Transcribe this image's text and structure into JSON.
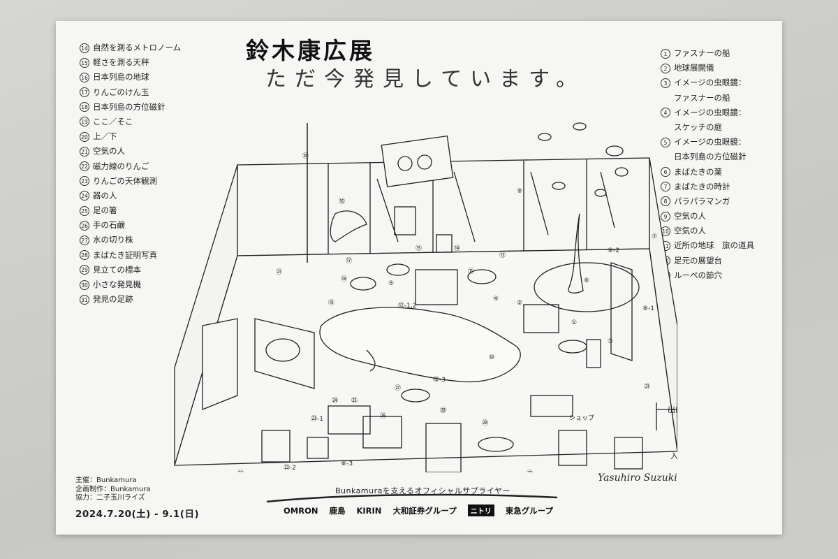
{
  "poster": {
    "title": "鈴木康広展",
    "subtitle": "ただ今発見しています。",
    "signature": "Yasuhiro Suzuki"
  },
  "left_list": [
    {
      "num": "14",
      "label": "自然を測るメトロノーム"
    },
    {
      "num": "15",
      "label": "軽さを測る天秤"
    },
    {
      "num": "16",
      "label": "日本列島の地球"
    },
    {
      "num": "17",
      "label": "りんごのけん玉"
    },
    {
      "num": "18",
      "label": "日本列島の方位磁針"
    },
    {
      "num": "19",
      "label": "ここ／そこ"
    },
    {
      "num": "20",
      "label": "上／下"
    },
    {
      "num": "21",
      "label": "空気の人"
    },
    {
      "num": "22",
      "label": "磁力線のりんご"
    },
    {
      "num": "23",
      "label": "りんごの天体観測"
    },
    {
      "num": "24",
      "label": "器の人"
    },
    {
      "num": "25",
      "label": "足の箸"
    },
    {
      "num": "26",
      "label": "手の石鹸"
    },
    {
      "num": "27",
      "label": "水の切り株"
    },
    {
      "num": "28",
      "label": "まばたき証明写真"
    },
    {
      "num": "29",
      "label": "見立ての標本"
    },
    {
      "num": "30",
      "label": "小さな発見機"
    },
    {
      "num": "31",
      "label": "発見の足跡"
    }
  ],
  "right_list": [
    {
      "num": "1",
      "label": "ファスナーの船"
    },
    {
      "num": "2",
      "label": "地球展開儀"
    },
    {
      "num": "3",
      "label": "イメージの虫眼鏡：",
      "cont": "ファスナーの船"
    },
    {
      "num": "4",
      "label": "イメージの虫眼鏡：",
      "cont": "スケッチの庭"
    },
    {
      "num": "5",
      "label": "イメージの虫眼鏡：",
      "cont": "日本列島の方位磁針"
    },
    {
      "num": "6",
      "label": "まばたきの葉"
    },
    {
      "num": "7",
      "label": "まばたきの時計"
    },
    {
      "num": "8",
      "label": "パラパラマンガ"
    },
    {
      "num": "9",
      "label": "空気の人"
    },
    {
      "num": "10",
      "label": "空気の人"
    },
    {
      "num": "11",
      "label": "近所の地球　旅の道具"
    },
    {
      "num": "12",
      "label": "足元の展望台"
    },
    {
      "num": "13",
      "label": "ルーペの節穴"
    }
  ],
  "map_labels": {
    "exit": "出口",
    "entrance": "入口",
    "shop": "ショップ",
    "n1": "①",
    "n2": "②",
    "n3": "③",
    "n4": "④",
    "n5": "⑤",
    "n6": "⑥",
    "n7": "⑦",
    "n8_1": "⑧-1",
    "n8_2": "⑧-2",
    "n8_3": "⑧-3",
    "n9": "⑨",
    "n10": "⑩",
    "n11": "⑪",
    "n12_1": "⑫-1,2",
    "n12_3": "⑫-3",
    "n13": "⑬",
    "n14": "⑭",
    "n15": "⑮",
    "n16": "⑯",
    "n17": "⑰",
    "n18": "⑱",
    "n19": "⑲",
    "n20": "⑳",
    "n21": "㉑",
    "n22": "㉒",
    "n23_1": "㉓-1",
    "n23_2": "㉓-2",
    "n24": "㉔",
    "n25": "㉕",
    "n26": "㉖",
    "n27": "㉗",
    "n28": "㉘",
    "n29": "㉙",
    "n30": "㉚",
    "n31": "㉛"
  },
  "credits": {
    "host": "主催：Bunkamura",
    "produce": "企画制作：Bunkamura",
    "cooperation": "協力：二子玉川ライズ",
    "dates": "2024.7.20(土) - 9.1(日)"
  },
  "sponsors": {
    "heading": "Bunkamuraを支えるオフィシャルサプライヤー",
    "logos": [
      "OMRON",
      "鹿島",
      "KIRIN",
      "大和証券グループ",
      "ニトリ",
      "東急グループ"
    ]
  }
}
